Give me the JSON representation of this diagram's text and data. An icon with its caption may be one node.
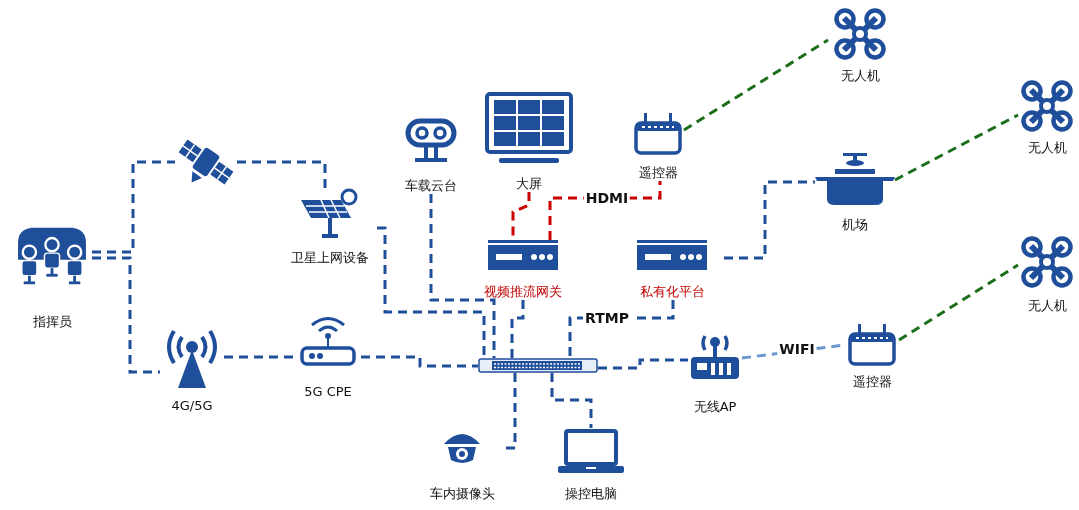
{
  "diagram": {
    "nodes": [
      {
        "text": [
          "指挥员"
        ]
      },
      {
        "text": [],
        "shape": "picture"
      },
      {
        "text": [
          "卫星上网设备"
        ]
      },
      {
        "text": [
          "车载云台"
        ]
      },
      {
        "text": [
          "大屏"
        ]
      },
      {
        "text": [
          "遥控器"
        ]
      },
      {
        "text": [
          "无人机"
        ]
      },
      {
        "text": [
          "视频推流网关"
        ]
      },
      {
        "text": [
          "私有化平台"
        ]
      },
      {
        "text": [
          "机场"
        ]
      },
      {
        "text": [
          "无人机"
        ]
      },
      {
        "text": [
          "4G/5G"
        ]
      },
      {
        "text": [
          "5G CPE"
        ]
      },
      {
        "text": [],
        "shape": "box"
      },
      {
        "text": [
          "无线AP"
        ]
      },
      {
        "text": [
          "遥控器"
        ]
      },
      {
        "text": [
          "无人机"
        ]
      },
      {
        "text": [
          "车内摄像头"
        ]
      },
      {
        "text": [
          "操控电脑"
        ]
      }
    ],
    "edges": [
      {
        "from": 0,
        "to": 1,
        "arrow": "none",
        "style": "dashed"
      },
      {
        "from": 1,
        "to": 2,
        "arrow": "none",
        "style": "dashed"
      },
      {
        "from": 0,
        "to": 11,
        "arrow": "none",
        "style": "dashed"
      },
      {
        "from": 11,
        "to": 12,
        "arrow": "none",
        "style": "dashed"
      },
      {
        "from": 12,
        "to": 13,
        "arrow": "none",
        "style": "dashed"
      },
      {
        "from": 2,
        "to": 13,
        "arrow": "none",
        "style": "dashed"
      },
      {
        "from": 3,
        "to": 13,
        "arrow": "none",
        "style": "dashed"
      },
      {
        "from": 7,
        "to": 13,
        "arrow": "none",
        "style": "dashed"
      },
      {
        "from": 4,
        "to": 7,
        "arrow": "none",
        "style": "dashed",
        "color": "#cc0000"
      },
      {
        "from": 7,
        "to": 5,
        "arrow": "none",
        "style": "dashed",
        "color": "#cc0000",
        "label": "HDMI"
      },
      {
        "from": 5,
        "to": 6,
        "arrow": "none",
        "style": "dashed",
        "color": "#1a6e1a"
      },
      {
        "from": 8,
        "to": 13,
        "arrow": "none",
        "style": "dashed",
        "label": "RTMP"
      },
      {
        "from": 8,
        "to": 9,
        "arrow": "none",
        "style": "dashed"
      },
      {
        "from": 9,
        "to": 10,
        "arrow": "none",
        "style": "dashed",
        "color": "#1a6e1a"
      },
      {
        "from": 13,
        "to": 14,
        "arrow": "none",
        "style": "dashed"
      },
      {
        "from": 14,
        "to": 15,
        "arrow": "none",
        "style": "dashed",
        "color": "#6a96d0",
        "label": "WIFI"
      },
      {
        "from": 15,
        "to": 16,
        "arrow": "none",
        "style": "dashed",
        "color": "#1a6e1a"
      },
      {
        "from": 13,
        "to": 17,
        "arrow": "none",
        "style": "dashed"
      },
      {
        "from": 13,
        "to": 18,
        "arrow": "none",
        "style": "dashed"
      }
    ]
  }
}
